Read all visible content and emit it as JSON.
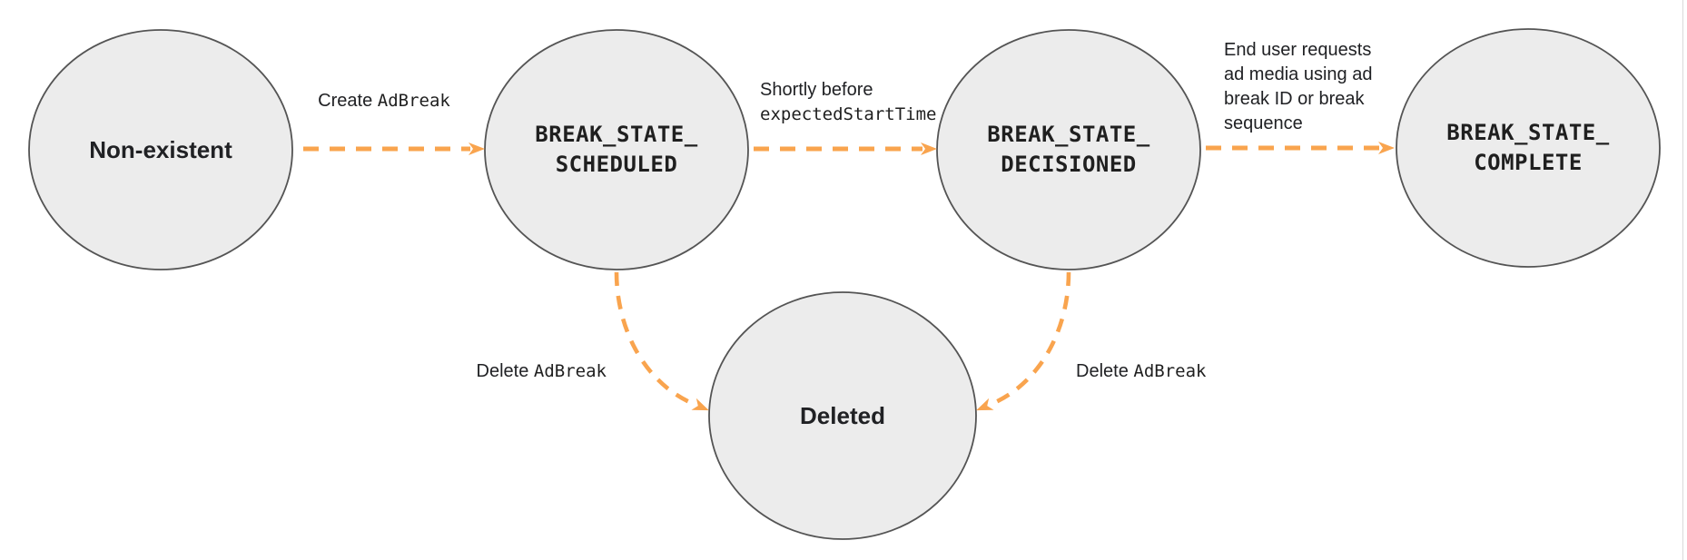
{
  "diagram": {
    "kind": "state-transition-diagram",
    "nodes": [
      {
        "id": "non-existent",
        "lines": [
          "Non-existent"
        ]
      },
      {
        "id": "break-state-scheduled",
        "lines": [
          "BREAK_STATE_",
          "SCHEDULED"
        ]
      },
      {
        "id": "break-state-decisioned",
        "lines": [
          "BREAK_STATE_",
          "DECISIONED"
        ]
      },
      {
        "id": "break-state-complete",
        "lines": [
          "BREAK_STATE_",
          "COMPLETE"
        ]
      },
      {
        "id": "deleted",
        "lines": [
          "Deleted"
        ]
      }
    ],
    "edges": [
      {
        "from": "non-existent",
        "to": "break-state-scheduled",
        "label": {
          "plain": "Create ",
          "code": "AdBreak"
        }
      },
      {
        "from": "break-state-scheduled",
        "to": "break-state-decisioned",
        "label": {
          "plain": "Shortly before",
          "code": "expectedStartTime"
        }
      },
      {
        "from": "break-state-decisioned",
        "to": "break-state-complete",
        "label": {
          "plain": "End user requests ad media using ad break ID or break sequence"
        }
      },
      {
        "from": "break-state-scheduled",
        "to": "deleted",
        "label": {
          "plain": "Delete ",
          "code": "AdBreak"
        }
      },
      {
        "from": "break-state-decisioned",
        "to": "deleted",
        "label": {
          "plain": "Delete ",
          "code": "AdBreak"
        }
      }
    ],
    "colors": {
      "arrow": "#F9A44E",
      "node_fill": "#ECECEC",
      "node_stroke": "#545454",
      "text": "#202124",
      "page_edge_line": "#D9D9D9"
    }
  }
}
